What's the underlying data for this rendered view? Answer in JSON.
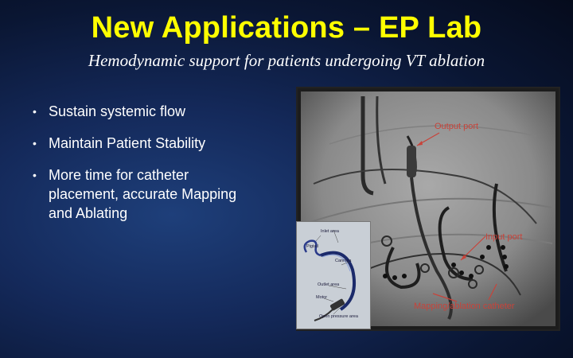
{
  "title": "New Applications – EP Lab",
  "subtitle": "Hemodynamic support for patients undergoing VT ablation",
  "bullets": [
    {
      "lines": [
        "Sustain systemic flow"
      ]
    },
    {
      "lines": [
        "Maintain Patient Stability"
      ]
    },
    {
      "lines": [
        "More time for catheter",
        "placement, accurate Mapping",
        "and Ablating"
      ]
    }
  ],
  "bullet_glyph": "•",
  "fluoro_labels": {
    "output_port": "Output port",
    "input_port": "Input port",
    "mapping_catheter": "Mapping/ablation catheter"
  },
  "inset_labels": {
    "inlet_area": "Inlet area",
    "pigtail": "Pigtail",
    "cannula": "Cannula",
    "outlet_area": "Outlet area",
    "motor": "Motor",
    "open_pressure_area": "Open pressure area"
  },
  "colors": {
    "title": "#ffff00",
    "text": "#ffffff",
    "annotation": "#c8433a"
  }
}
